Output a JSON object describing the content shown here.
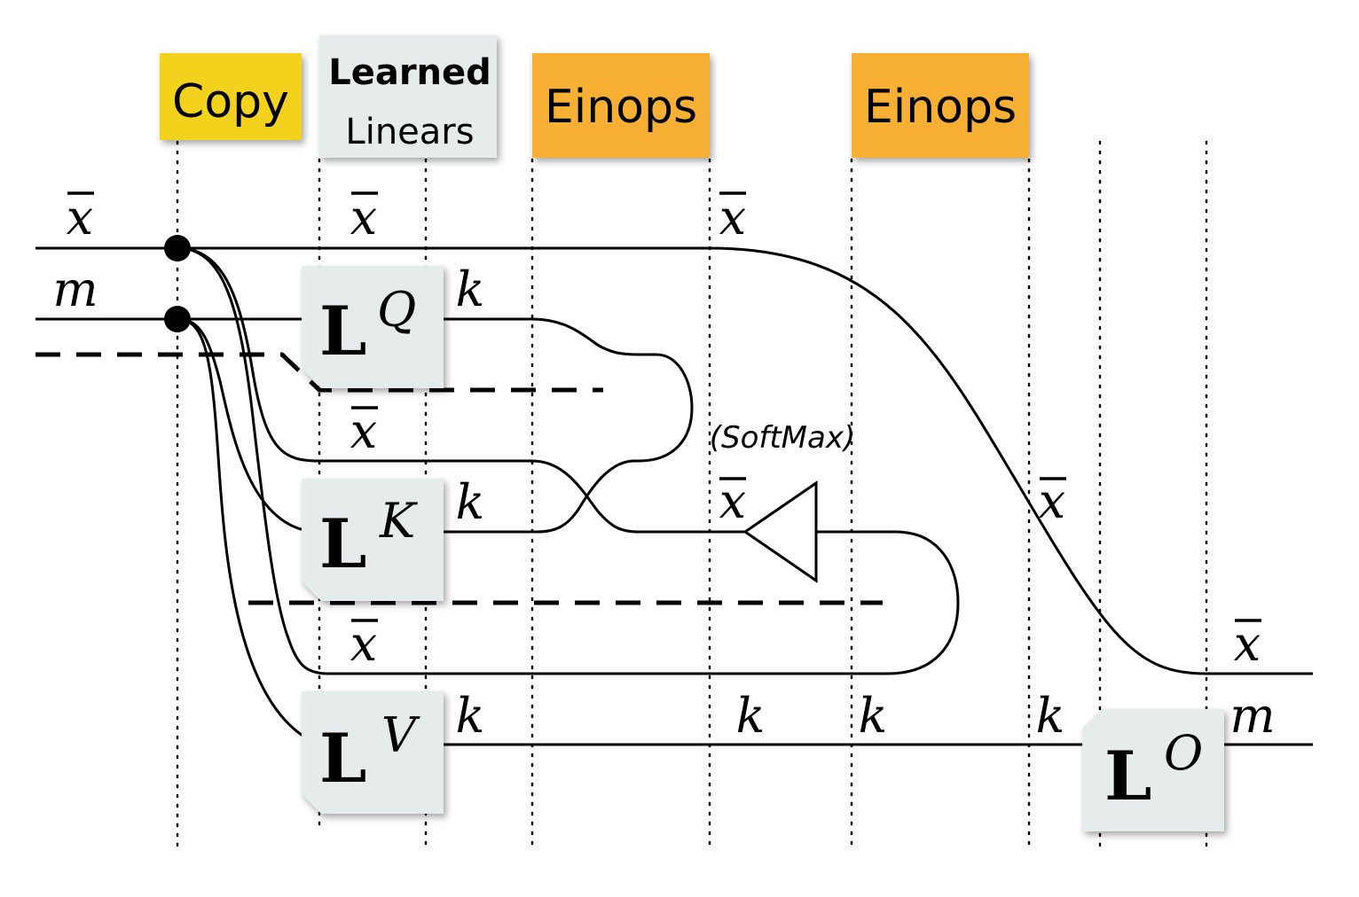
{
  "headers": {
    "copy": "Copy",
    "learned_line1": "Learned",
    "learned_line2": "Linears",
    "einops1": "Einops",
    "einops2": "Einops"
  },
  "colors": {
    "copy": "#f2d21c",
    "learned": "#e6eceb",
    "einops": "#f7b033",
    "linear_box": "#e6eceb"
  },
  "linears": {
    "L_symbol": "L",
    "q": "Q",
    "k": "K",
    "v": "V",
    "o": "O"
  },
  "wire_labels": {
    "x": "x",
    "m": "m",
    "k": "k"
  },
  "softmax": "(SoftMax)"
}
